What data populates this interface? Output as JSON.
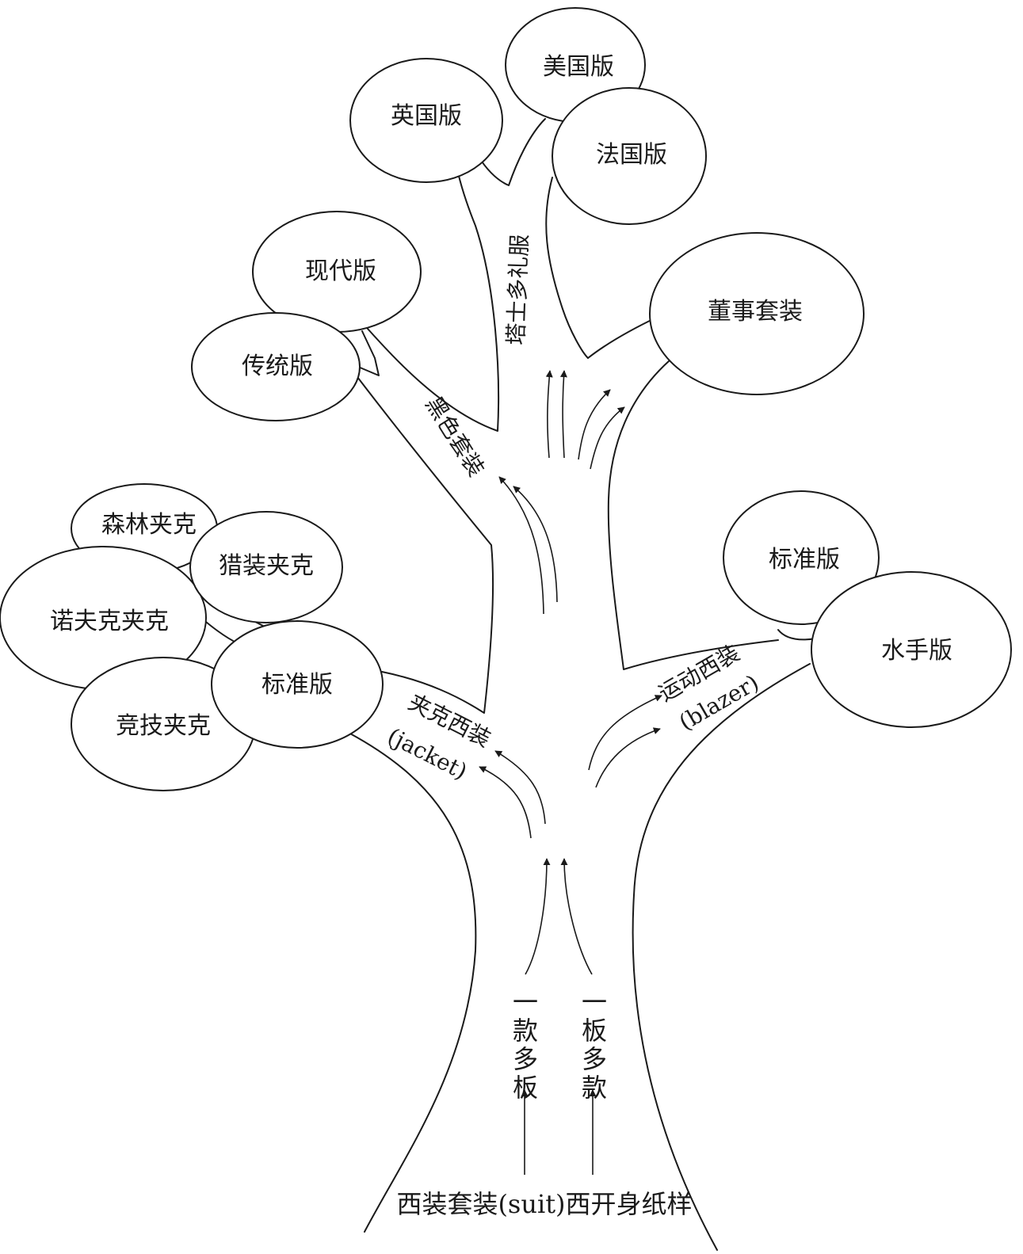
{
  "diagram": {
    "base_label": "西装套装(suit)西开身纸样",
    "methods": [
      "一款多板",
      "一板多款"
    ],
    "branches": {
      "jacket": {
        "name": "夹克西装",
        "english": "(jacket)"
      },
      "black": {
        "name": "黑色套装"
      },
      "tuxedo": {
        "name": "塔士多礼服"
      },
      "blazer": {
        "name": "运动西装",
        "english": "(blazer)"
      }
    },
    "leaves": {
      "usa": "美国版",
      "uk": "英国版",
      "france": "法国版",
      "modern": "现代版",
      "traditional": "传统版",
      "director": "董事套装",
      "forest": "森林夹克",
      "hunting": "猎装夹克",
      "norfolk": "诺夫克夹克",
      "jacket_standard": "标准版",
      "sport": "竞技夹克",
      "blazer_standard": "标准版",
      "sailor": "水手版"
    }
  }
}
